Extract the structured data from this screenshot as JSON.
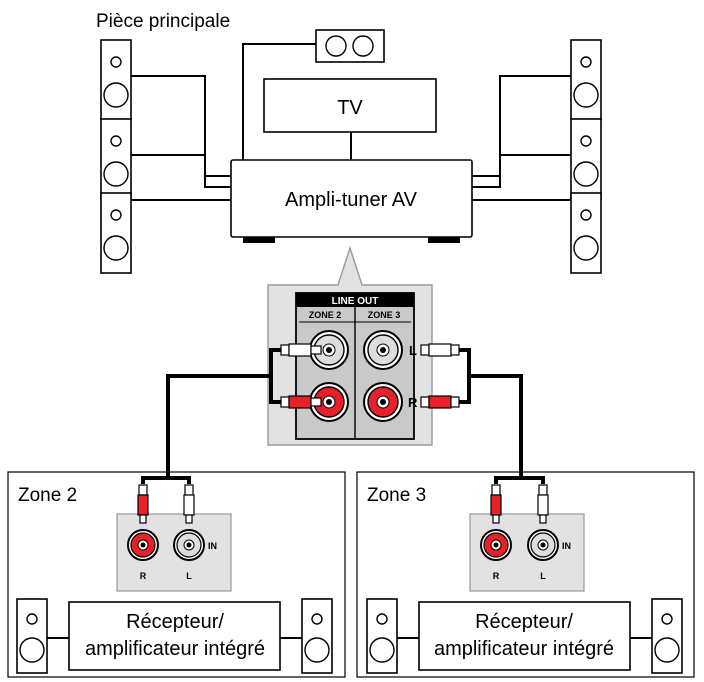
{
  "main_room": {
    "label": "Pièce principale"
  },
  "tv": {
    "label": "TV"
  },
  "amp": {
    "label": "Ampli-tuner AV"
  },
  "line_out": {
    "header": "LINE OUT",
    "zone2": "ZONE 2",
    "zone3": "ZONE 3",
    "left": "L",
    "right": "R"
  },
  "zones": [
    {
      "label": "Zone 2",
      "receiver_line1": "Récepteur/",
      "receiver_line2": "amplificateur intégré",
      "jack_r": "R",
      "jack_l": "L",
      "jack_in": "IN"
    },
    {
      "label": "Zone 3",
      "receiver_line1": "Récepteur/",
      "receiver_line2": "amplificateur intégré",
      "jack_r": "R",
      "jack_l": "L",
      "jack_in": "IN"
    }
  ],
  "colors": {
    "red_plug": "#e8202a",
    "panel_gray": "#c9c9c9",
    "callout_gray": "#e2e2e2"
  }
}
